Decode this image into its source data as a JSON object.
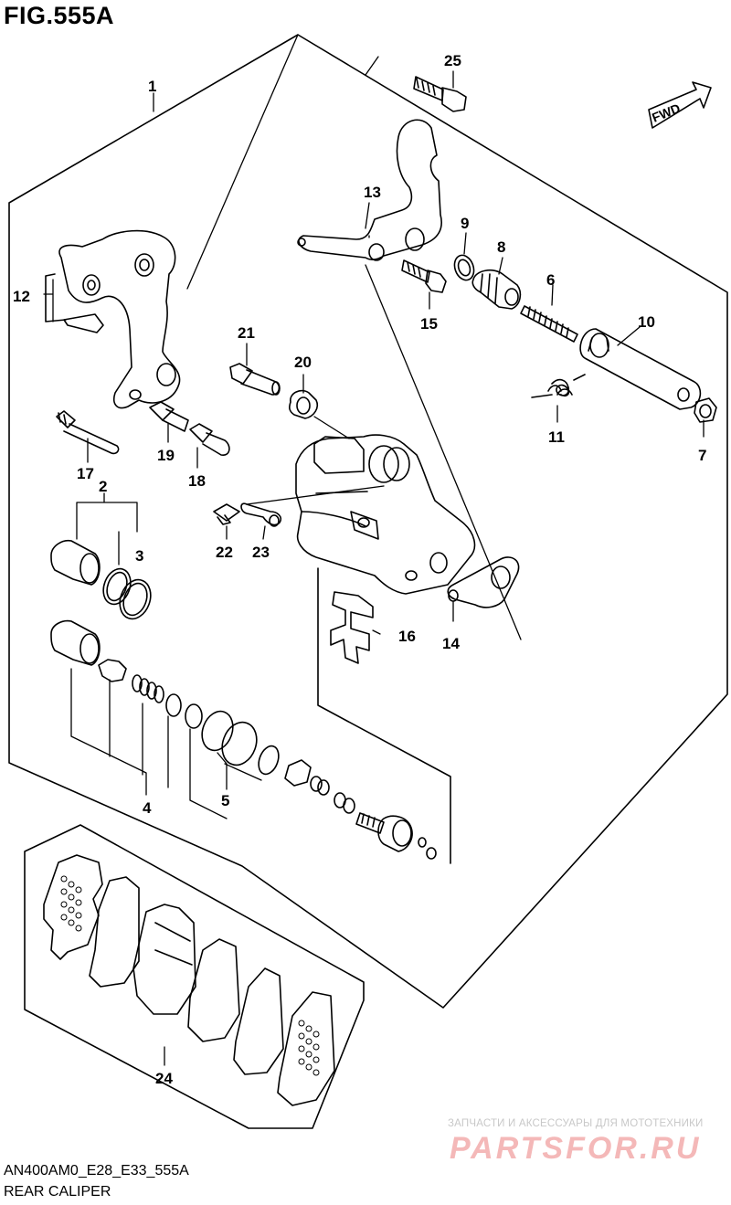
{
  "figure": {
    "title": "FIG.555A",
    "model_code": "AN400AM0_E28_E33_555A",
    "subtitle": "REAR CALIPER",
    "direction_badge": "FWD"
  },
  "callouts": [
    "1",
    "2",
    "3",
    "4",
    "5",
    "6",
    "7",
    "8",
    "9",
    "10",
    "11",
    "12",
    "13",
    "14",
    "15",
    "16",
    "17",
    "18",
    "19",
    "20",
    "21",
    "22",
    "23",
    "24",
    "25"
  ],
  "watermark": {
    "text": "ЗАПЧАСТИ И АКСЕССУАРЫ ДЛЯ МОТОТЕХНИКИ",
    "logo": "PARTSFOR.RU"
  }
}
